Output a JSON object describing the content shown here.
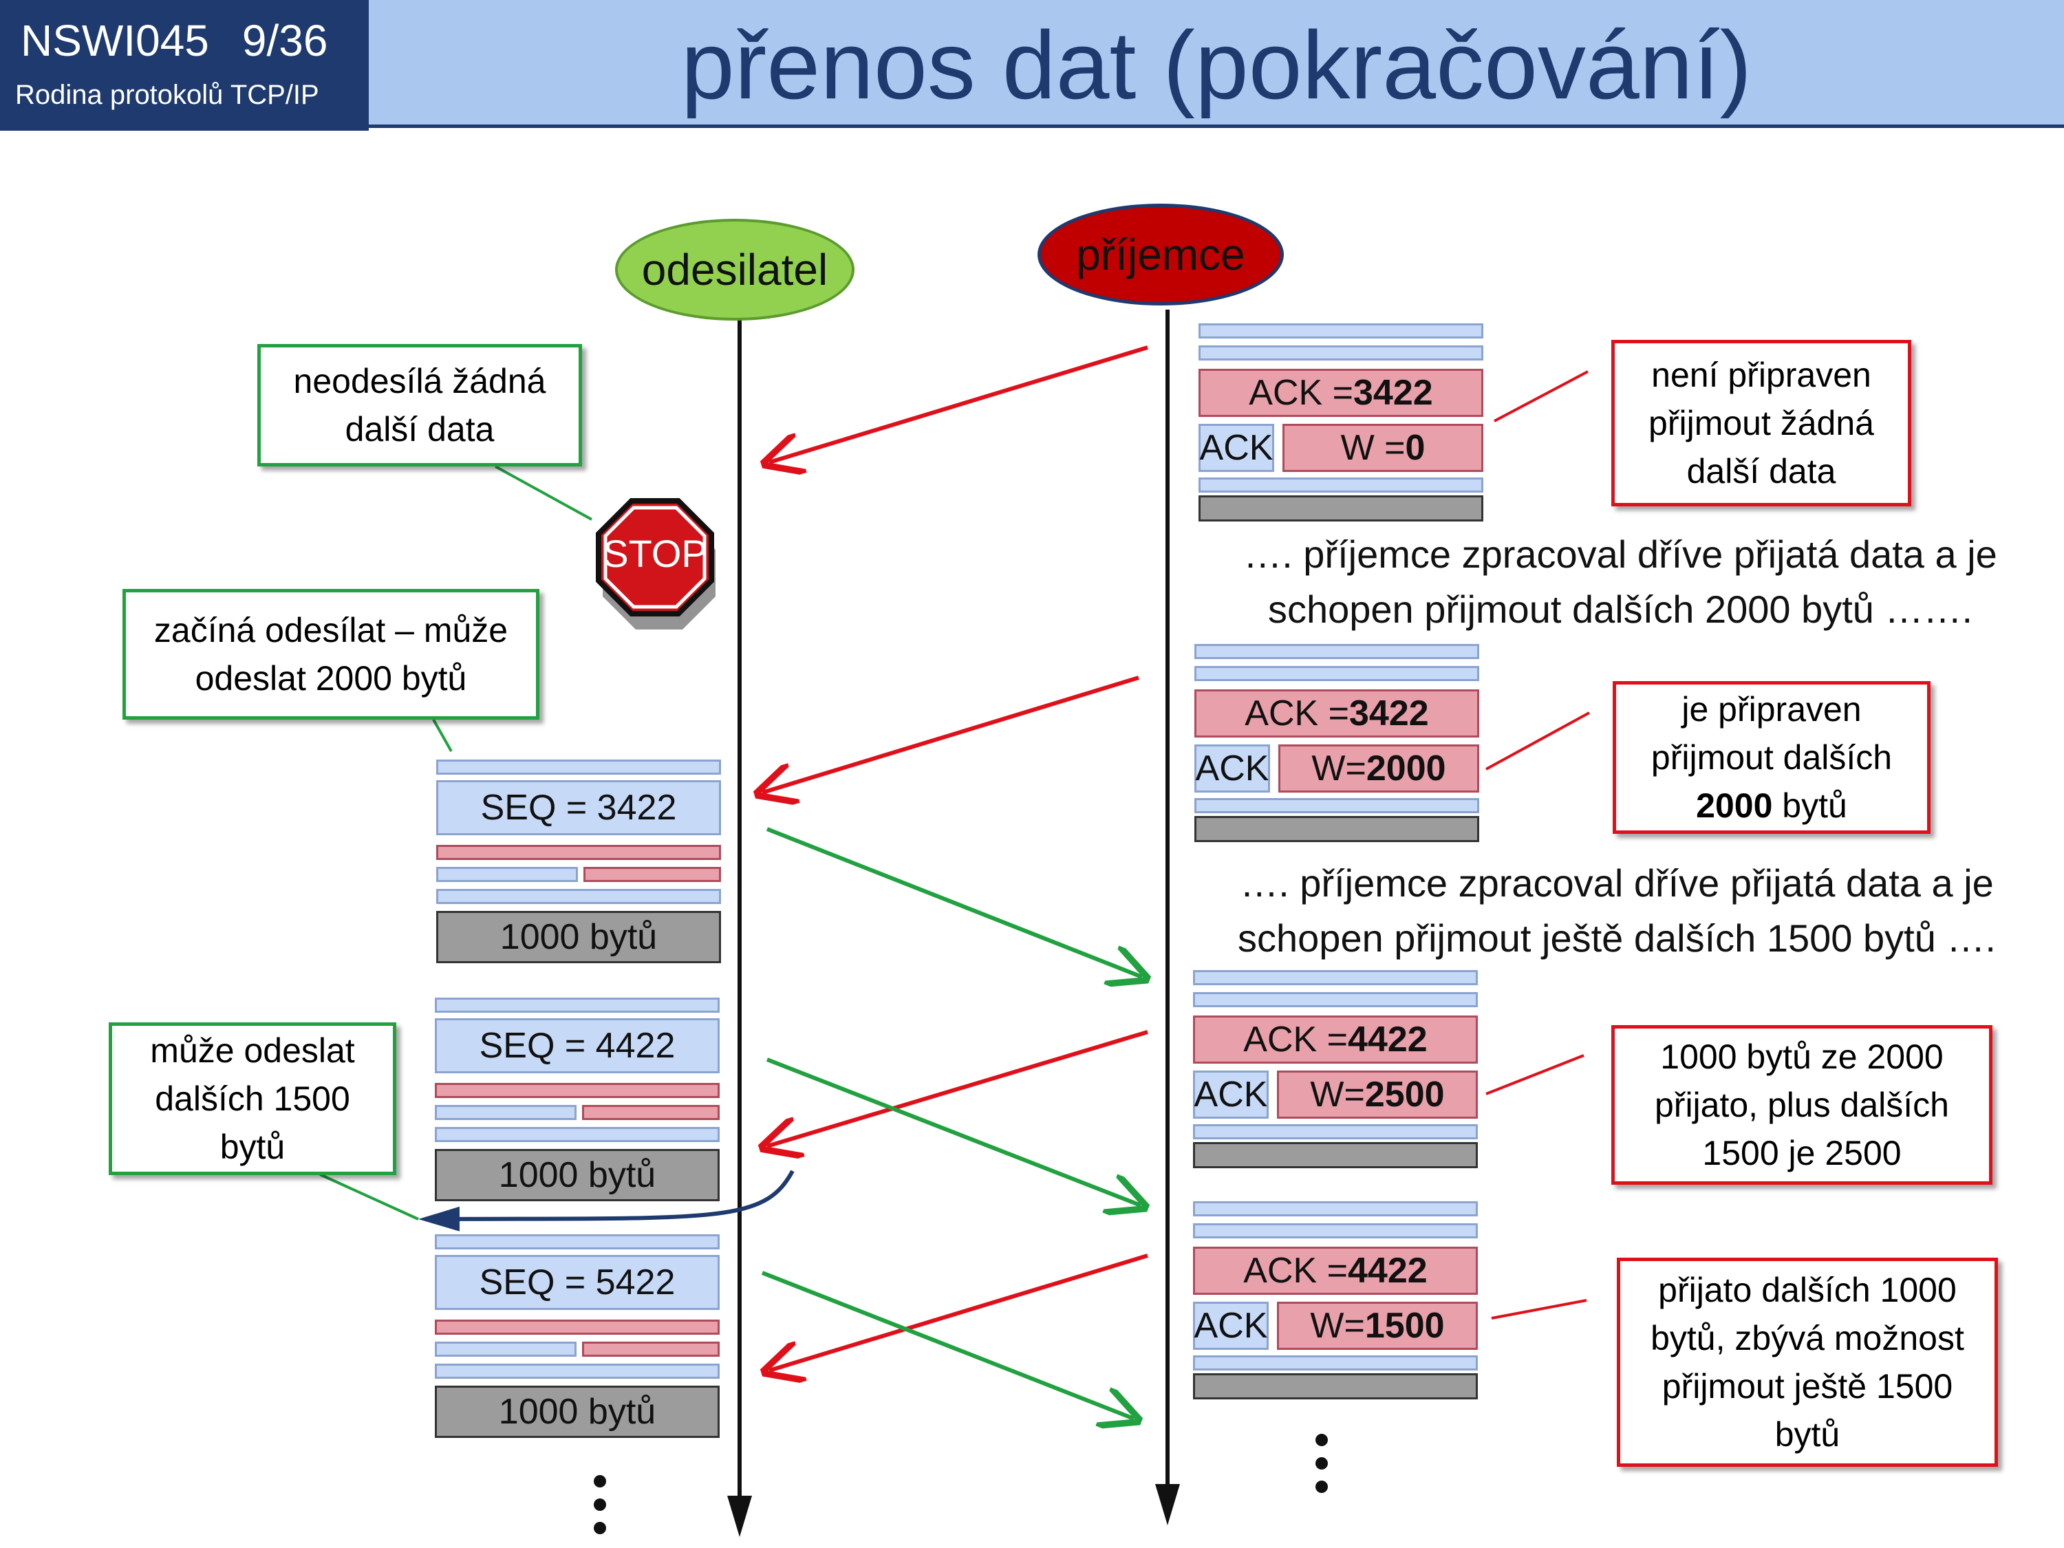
{
  "header": {
    "course_code": "NSWI045",
    "slide_number": "9/36",
    "subtitle": "Rodina protokolů TCP/IP",
    "title": "přenos dat (pokračování)"
  },
  "actors": {
    "sender": "odesilatel",
    "receiver": "příjemce"
  },
  "stop_sign": "STOP",
  "sender_notes": {
    "no_more": "neodesílá žádná\ndalší data",
    "starts": "začíná odesílat – může\nodeslat 2000 bytů",
    "can_send_more": "může odeslat\ndalších 1500\nbytů"
  },
  "receiver_notes": {
    "not_ready": "není připraven\npřijmout žádná\ndalší data",
    "ready_2000_pre": "je připraven\npřijmout dalších\n",
    "ready_2000_bold": "2000",
    "ready_2000_post": " bytů",
    "received_1000": "1000 bytů ze 2000\npřijato, plus dalších\n1500 je 2500",
    "received_more": "přijato dalších 1000\nbytů, zbývá možnost\npřijmout ještě 1500\nbytů"
  },
  "mid_texts": {
    "first": "….  příjemce zpracoval dříve přijatá data a je\nschopen přijmout dalších 2000 bytů …….",
    "second": "….  příjemce zpracoval dříve přijatá data a je\nschopen přijmout ještě dalších 1500 bytů  …."
  },
  "ack_segments": [
    {
      "ack_label": "ACK = ",
      "ack_value": "3422",
      "flag": "ACK",
      "win_label": "W = ",
      "win_value": "0"
    },
    {
      "ack_label": "ACK = ",
      "ack_value": "3422",
      "flag": "ACK",
      "win_label": "W=",
      "win_value": "2000"
    },
    {
      "ack_label": "ACK = ",
      "ack_value": "4422",
      "flag": "ACK",
      "win_label": "W=",
      "win_value": "2500"
    },
    {
      "ack_label": "ACK = ",
      "ack_value": "4422",
      "flag": "ACK",
      "win_label": "W=",
      "win_value": "1500"
    }
  ],
  "data_segments": [
    {
      "seq": "SEQ = 3422",
      "size": "1000 bytů"
    },
    {
      "seq": "SEQ = 4422",
      "size": "1000 bytů"
    },
    {
      "seq": "SEQ = 5422",
      "size": "1000 bytů"
    }
  ],
  "colors": {
    "header_dark": "#1e3a6e",
    "title_bar": "#aac8ef",
    "sender": "#92d050",
    "receiver": "#c00000",
    "ack_arrow": "#e0101a",
    "data_arrow": "#21a13f",
    "header_field": "#c6d9f7",
    "ack_field": "#e8a0aa",
    "payload": "#9c9c9c"
  }
}
